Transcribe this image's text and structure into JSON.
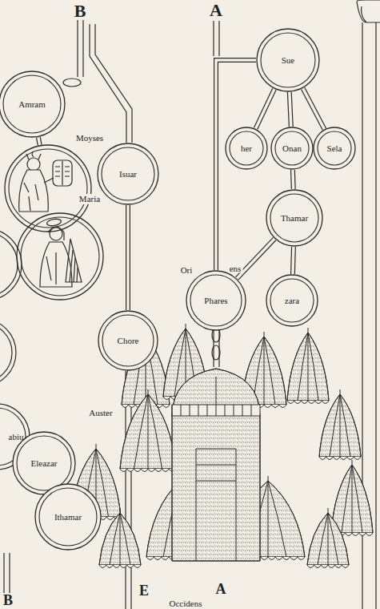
{
  "diagram": {
    "nodes": [
      {
        "text": [
          "Amram"
        ]
      },
      {
        "text": [
          "Moyses"
        ]
      },
      {
        "text": [
          "Maria"
        ]
      },
      {
        "text": [
          "Isuar"
        ]
      },
      {
        "text": [
          "Sue"
        ]
      },
      {
        "text": [
          "her"
        ]
      },
      {
        "text": [
          "Onan"
        ]
      },
      {
        "text": [
          "Sela"
        ]
      },
      {
        "text": [
          "Thamar"
        ]
      },
      {
        "text": [
          "Phares"
        ]
      },
      {
        "text": [
          "zara"
        ]
      },
      {
        "text": [
          "Chore"
        ]
      },
      {
        "text": [
          "abiu"
        ]
      },
      {
        "text": [
          "Eleazar"
        ]
      },
      {
        "text": [
          "Ithamar"
        ]
      }
    ],
    "edges": [
      {
        "from": 0,
        "to": 1,
        "arrow": "none"
      },
      {
        "from": 1,
        "to": 2,
        "arrow": "none"
      },
      {
        "from": 3,
        "to": 11,
        "arrow": "none"
      },
      {
        "from": 4,
        "to": 5,
        "arrow": "none"
      },
      {
        "from": 4,
        "to": 6,
        "arrow": "none"
      },
      {
        "from": 4,
        "to": 7,
        "arrow": "none"
      },
      {
        "from": 6,
        "to": 8,
        "arrow": "none"
      },
      {
        "from": 8,
        "to": 9,
        "arrow": "none"
      },
      {
        "from": 8,
        "to": 10,
        "arrow": "none"
      },
      {
        "from": 4,
        "to": 9,
        "arrow": "none"
      },
      {
        "from": 12,
        "to": 13,
        "arrow": "none"
      },
      {
        "from": 13,
        "to": 14,
        "arrow": "none"
      }
    ],
    "labels": [
      "B",
      "A",
      "Ori",
      "ens",
      "Auster",
      "Occidens",
      "E",
      "A",
      "B"
    ]
  }
}
